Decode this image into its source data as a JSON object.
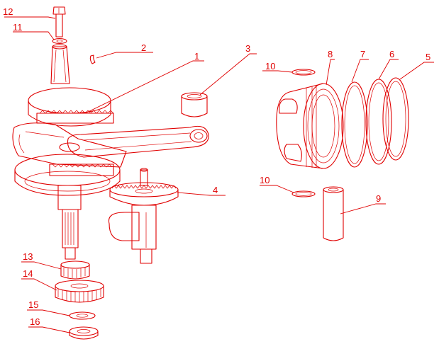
{
  "diagram": {
    "stroke_color": "#e00000",
    "background": "#ffffff",
    "callouts": [
      {
        "id": "c1",
        "label": "1"
      },
      {
        "id": "c2",
        "label": "2"
      },
      {
        "id": "c3",
        "label": "3"
      },
      {
        "id": "c4",
        "label": "4"
      },
      {
        "id": "c5",
        "label": "5"
      },
      {
        "id": "c6",
        "label": "6"
      },
      {
        "id": "c7",
        "label": "7"
      },
      {
        "id": "c8",
        "label": "8"
      },
      {
        "id": "c9",
        "label": "9"
      },
      {
        "id": "c10a",
        "label": "10"
      },
      {
        "id": "c10b",
        "label": "10"
      },
      {
        "id": "c11",
        "label": "11"
      },
      {
        "id": "c12",
        "label": "12"
      },
      {
        "id": "c13",
        "label": "13"
      },
      {
        "id": "c14",
        "label": "14"
      },
      {
        "id": "c15",
        "label": "15"
      },
      {
        "id": "c16",
        "label": "16"
      }
    ]
  }
}
